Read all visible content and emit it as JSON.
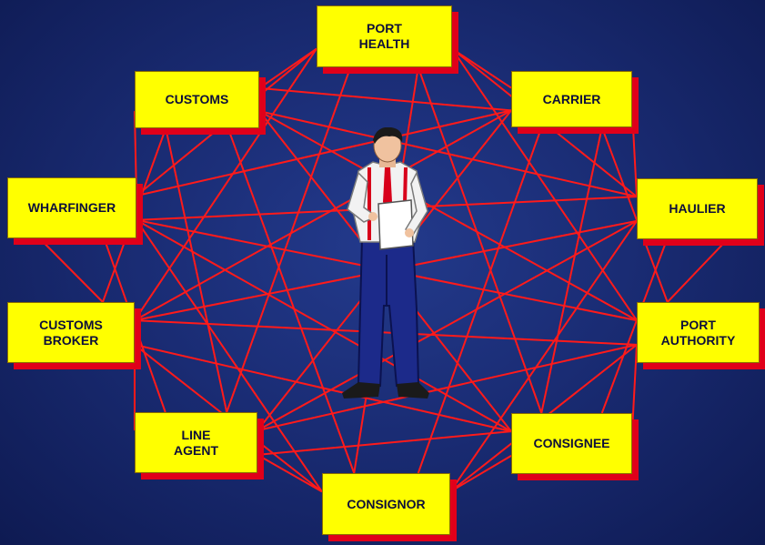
{
  "diagram": {
    "nodes": [
      {
        "id": "port_health",
        "label": "PORT\nHEALTH"
      },
      {
        "id": "carrier",
        "label": "CARRIER"
      },
      {
        "id": "haulier",
        "label": "HAULIER"
      },
      {
        "id": "port_authority",
        "label": "PORT\nAUTHORITY"
      },
      {
        "id": "consignee",
        "label": "CONSIGNEE"
      },
      {
        "id": "consignor",
        "label": "CONSIGNOR"
      },
      {
        "id": "line_agent",
        "label": "LINE\nAGENT"
      },
      {
        "id": "customs_broker",
        "label": "CUSTOMS\nBROKER"
      },
      {
        "id": "wharfinger",
        "label": "WHARFINGER"
      },
      {
        "id": "customs",
        "label": "CUSTOMS"
      }
    ],
    "connection_color": "#ff1a1a",
    "connection_pattern": "complete-graph",
    "center_figure": "businessman-holding-document-illustration"
  }
}
